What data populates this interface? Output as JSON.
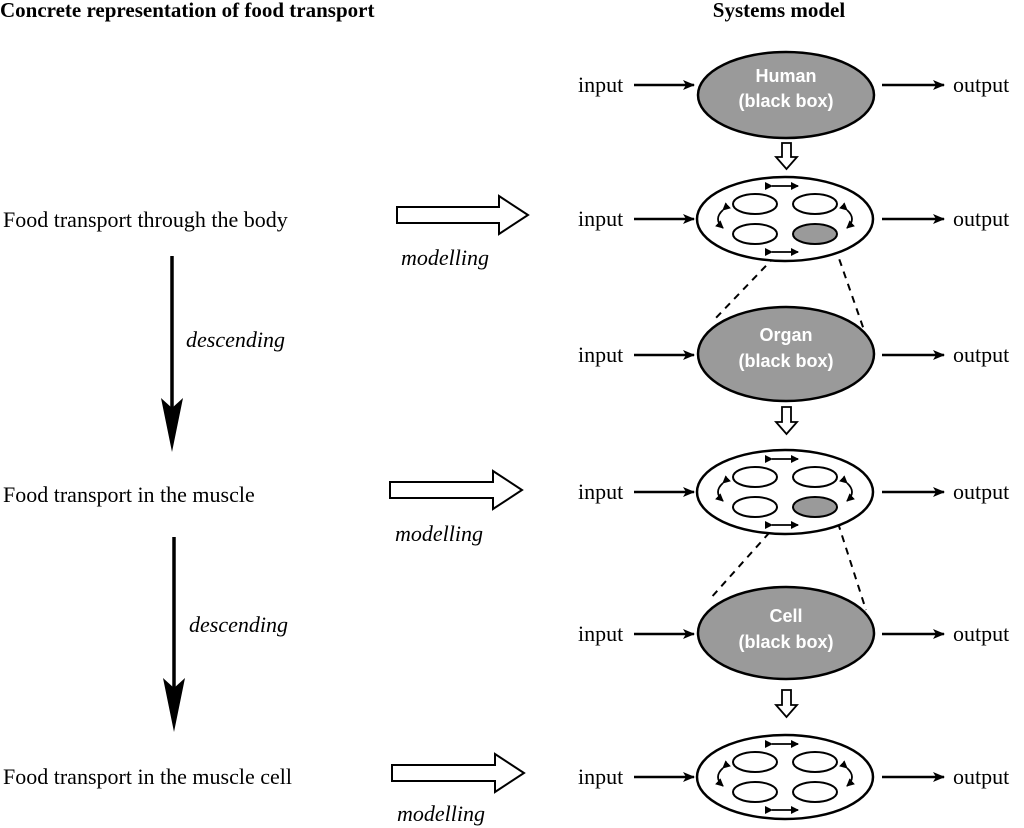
{
  "headers": {
    "left": "Concrete representation of food transport",
    "right": "Systems model"
  },
  "concrete_levels": [
    "Food transport through the body",
    "Food transport in the muscle",
    "Food transport in the muscle cell"
  ],
  "modelling_label": "modelling",
  "descending_label": "descending",
  "io": {
    "input": "input",
    "output": "output"
  },
  "black_boxes": [
    {
      "name": "Human",
      "sub": "(black box)"
    },
    {
      "name": "Organ",
      "sub": "(black box)"
    },
    {
      "name": "Cell",
      "sub": "(black box)"
    }
  ],
  "colors": {
    "ink": "#000000",
    "black_box_fill": "#9a9a9a",
    "background": "#ffffff"
  }
}
